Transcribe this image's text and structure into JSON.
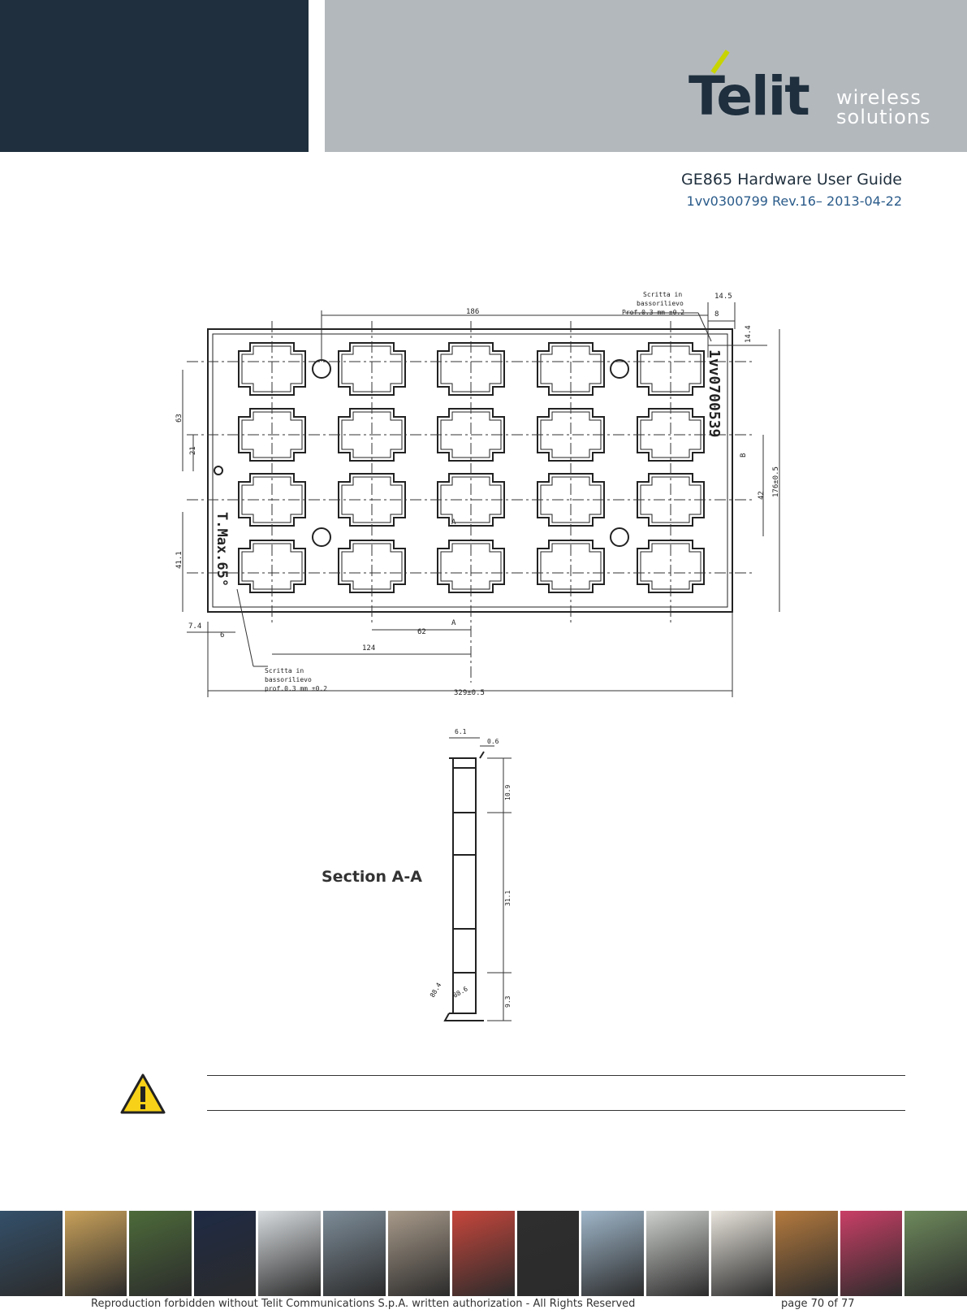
{
  "header": {
    "brand": "Telit",
    "tagline_1": "wireless",
    "tagline_2": "solutions",
    "doc_title": "GE865 Hardware User Guide",
    "doc_subtitle": "1vv0300799 Rev.16– 2013-04-22"
  },
  "drawing": {
    "note_top": [
      "Scritta in",
      "bassorilievo",
      "Prof.0.3 mm ±0.2"
    ],
    "note_bottom": [
      "Scritta in",
      "bassorilievo",
      "prof.0.3 mm ±0.2"
    ],
    "tray_code": "1vv0700539",
    "tray_temp": "T.Max.65°",
    "dim_186": "186",
    "dim_14_5": "14.5",
    "dim_8": "8",
    "dim_14_4": "14.4",
    "dim_63": "63",
    "dim_21": "21",
    "dim_41_1": "41.1",
    "dim_7_4": "7.4",
    "dim_6": "6",
    "dim_62": "62",
    "dim_124": "124",
    "dim_width": "329±0.5",
    "dim_height": "176±0.5",
    "dim_42": "42",
    "label_B": "B",
    "label_A1": "A",
    "label_A2": "A"
  },
  "section": {
    "label": "Section A-A",
    "dim_top_a": "6.1",
    "dim_top_b": "0.6",
    "dim_10_9": "10.9",
    "dim_31": "31.1",
    "dim_bot_a": "9.3",
    "dim_bot_b": "88.4",
    "dim_bot_c": "88.6"
  },
  "photos": [
    "#34506a",
    "#c9a15a",
    "#4d6b3a",
    "#1e2a44",
    "#d8dcdf",
    "#7d8c98",
    "#a89a8a",
    "#c6463c",
    "#2e2e2e",
    "#9fb6c9",
    "#cdd0cc",
    "#e8e4dc",
    "#b47a3e",
    "#c93f66",
    "#6e8a5c"
  ],
  "footer": {
    "notice": "Reproduction forbidden without Telit Communications S.p.A. written authorization - All Rights Reserved",
    "page": "page 70 of 77"
  }
}
